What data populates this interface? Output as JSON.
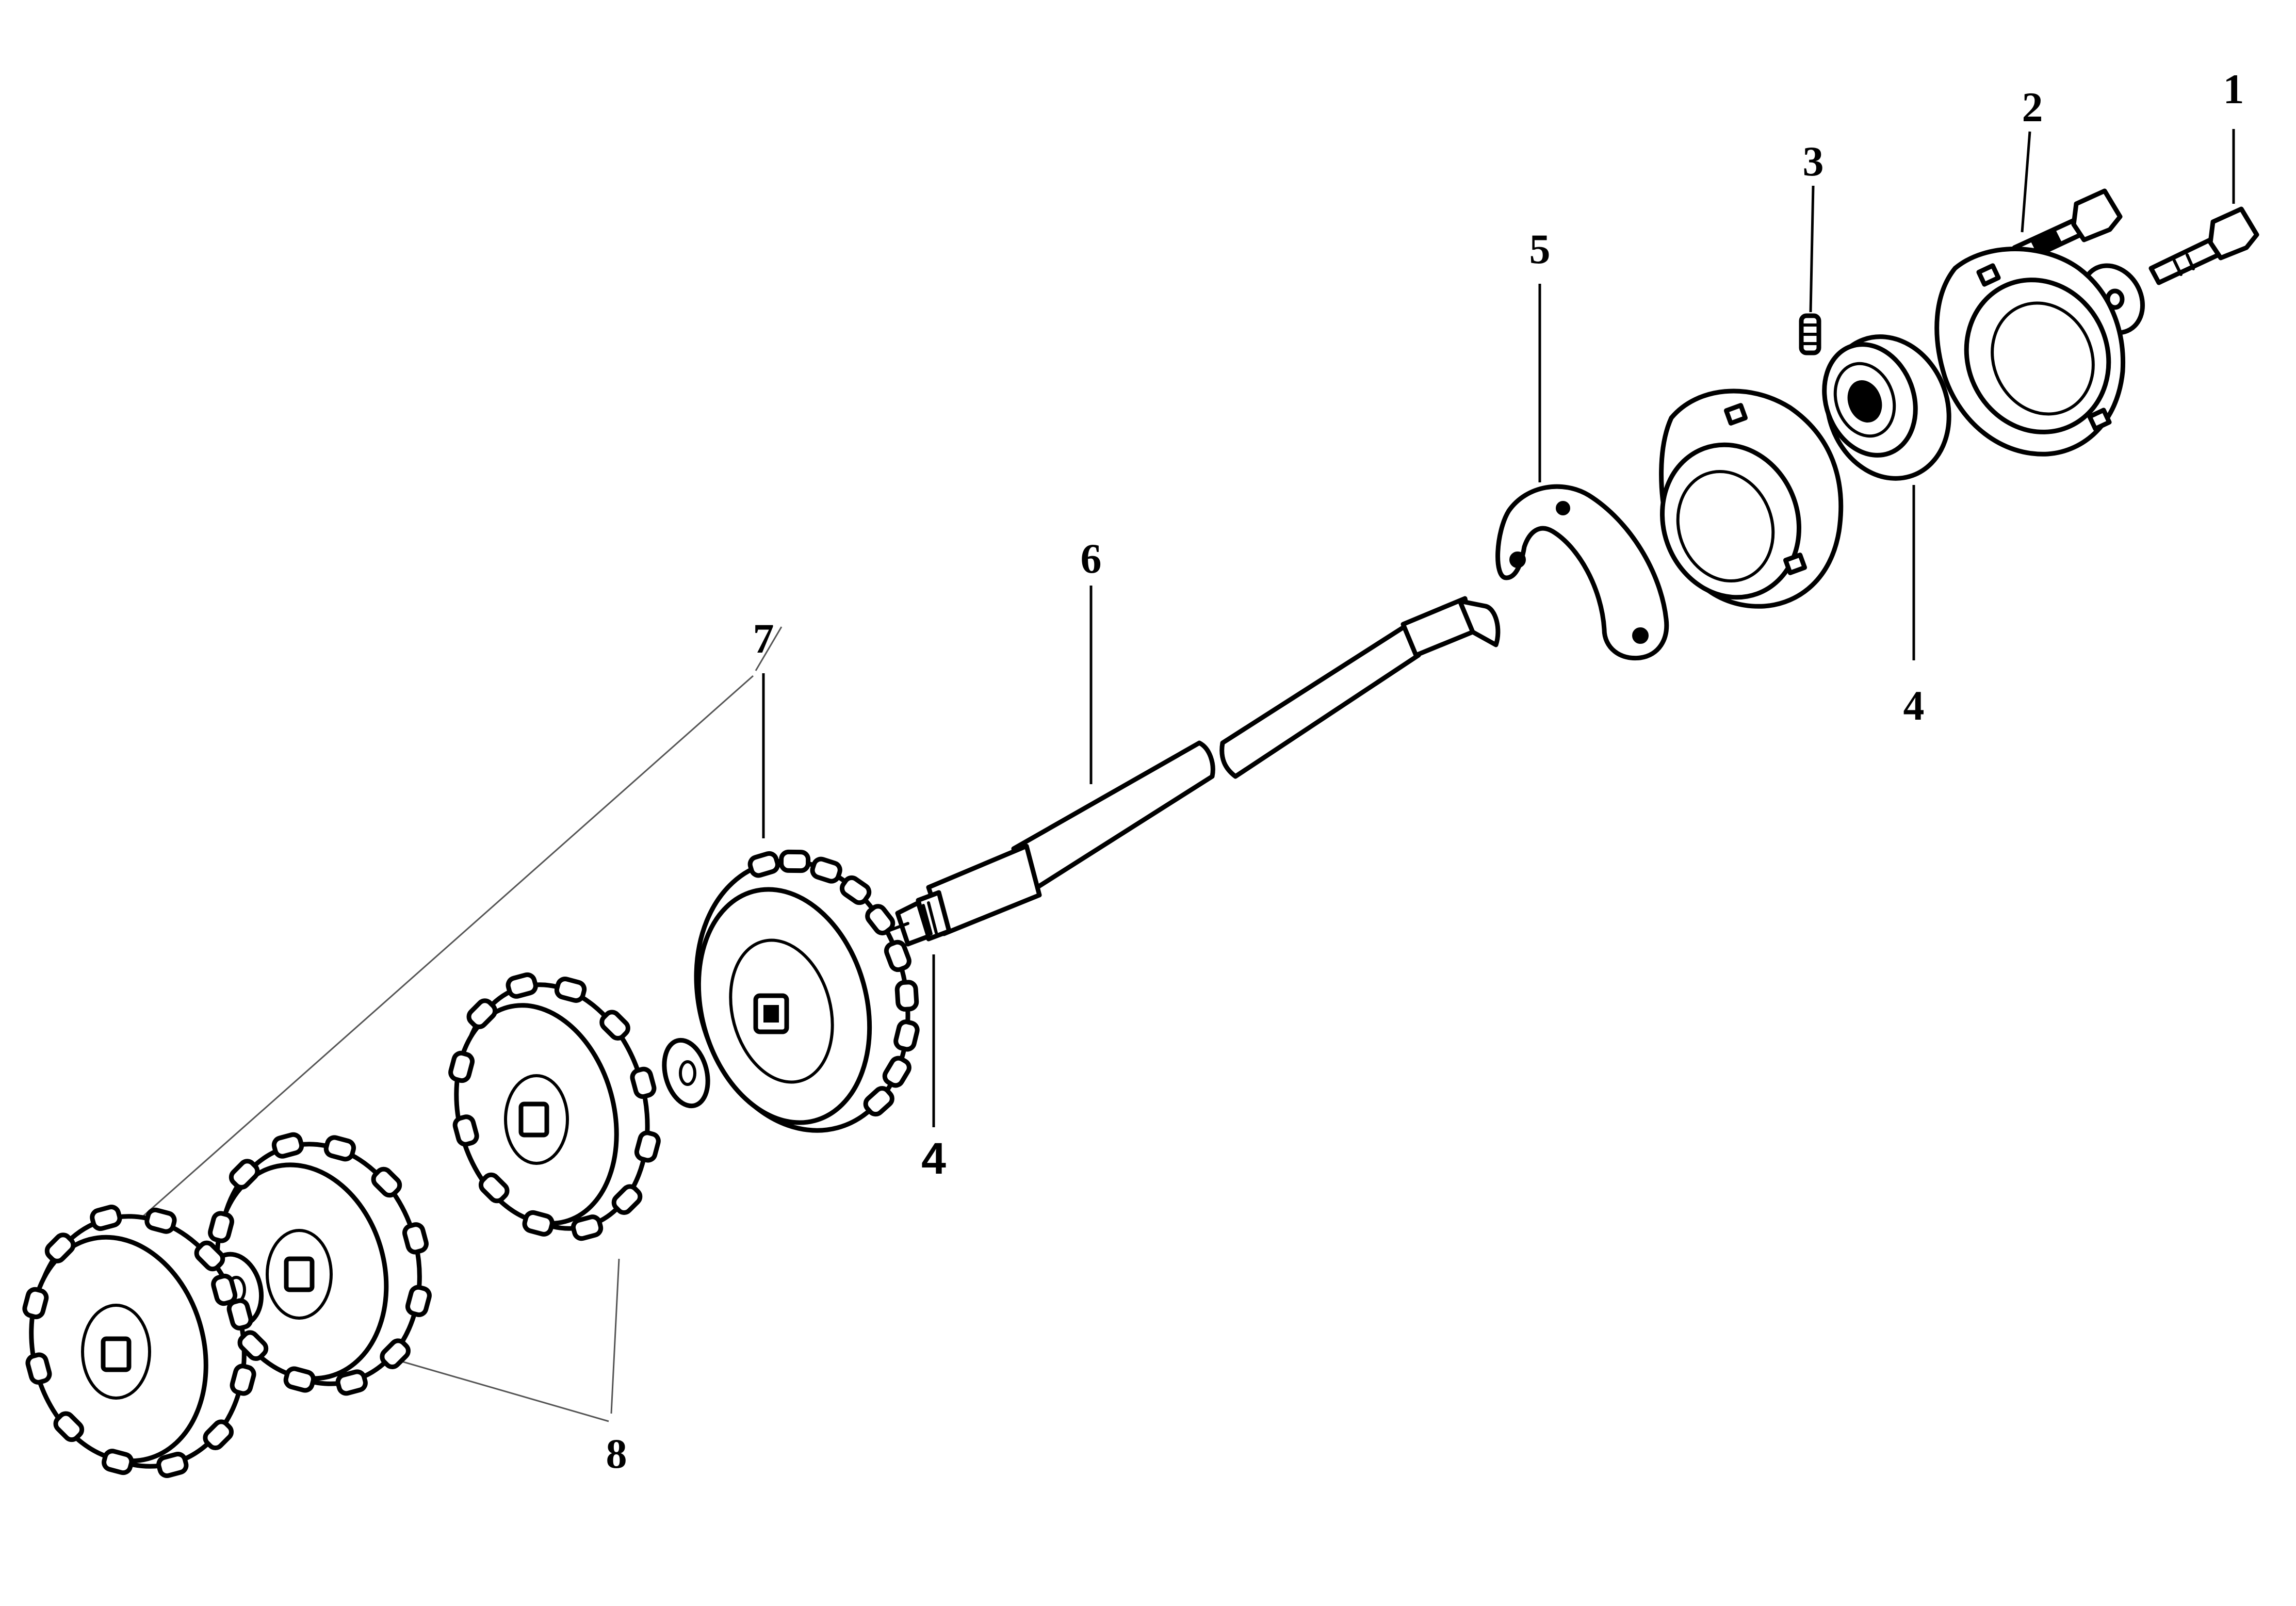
{
  "diagram": {
    "callouts": [
      {
        "id": "c1",
        "label": "1"
      },
      {
        "id": "c2",
        "label": "2"
      },
      {
        "id": "c3",
        "label": "3"
      },
      {
        "id": "c4a",
        "label": "4"
      },
      {
        "id": "c4b",
        "label": "4"
      },
      {
        "id": "c5",
        "label": "5"
      },
      {
        "id": "c6",
        "label": "6"
      },
      {
        "id": "c7a",
        "label": "7"
      },
      {
        "id": "c7b",
        "label": "7"
      },
      {
        "id": "c8",
        "label": "8"
      }
    ],
    "colors": {
      "line": "#000000",
      "background": "#ffffff"
    }
  }
}
